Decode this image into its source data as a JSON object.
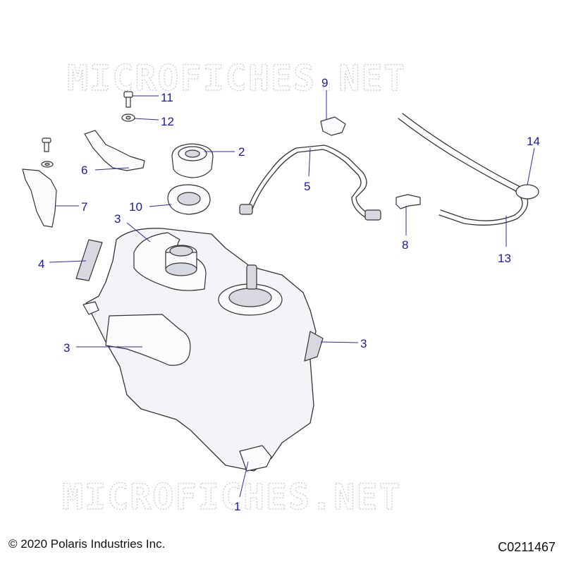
{
  "watermarks": [
    "MICROFICHES.NET",
    "MICROFICHES.NET"
  ],
  "callouts": [
    {
      "id": "c11",
      "num": "11"
    },
    {
      "id": "c12",
      "num": "12"
    },
    {
      "id": "c9",
      "num": "9"
    },
    {
      "id": "c14",
      "num": "14"
    },
    {
      "id": "c2",
      "num": "2"
    },
    {
      "id": "c6",
      "num": "6"
    },
    {
      "id": "c5",
      "num": "5"
    },
    {
      "id": "c7",
      "num": "7"
    },
    {
      "id": "c10",
      "num": "10"
    },
    {
      "id": "c3a",
      "num": "3"
    },
    {
      "id": "c8",
      "num": "8"
    },
    {
      "id": "c13",
      "num": "13"
    },
    {
      "id": "c4",
      "num": "4"
    },
    {
      "id": "c3b",
      "num": "3"
    },
    {
      "id": "c3c",
      "num": "3"
    },
    {
      "id": "c1",
      "num": "1"
    }
  ],
  "footer": {
    "copyright": "© 2020 Polaris Industries Inc.",
    "figure_code": "C0211467"
  }
}
